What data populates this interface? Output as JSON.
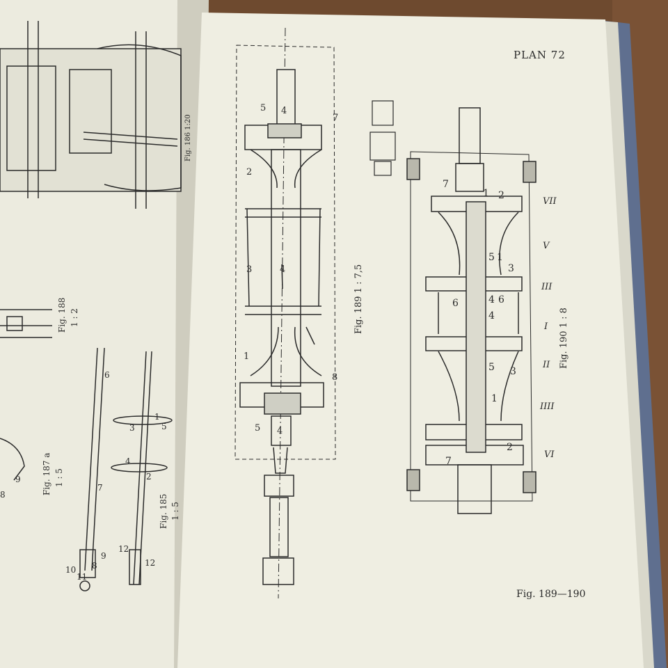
{
  "book": {
    "header": "PLAN 72",
    "caption": "Fig. 189—190"
  },
  "figures": {
    "fig186": "Fig. 186 1:20",
    "fig188": "Fig. 188",
    "fig188_scale": "1 : 2",
    "fig187a": "Fig. 187 a",
    "fig187a_scale": "1 : 5",
    "fig185": "Fig. 185",
    "fig185_scale": "1 : 5",
    "fig189": "Fig. 189  1 : 7,5",
    "fig190": "Fig. 190  1 : 8"
  },
  "callouts": {
    "fig189": [
      "5",
      "4",
      "7",
      "2",
      "3",
      "4",
      "1",
      "8",
      "5",
      "4"
    ],
    "fig190": [
      "7",
      "1",
      "2",
      "5",
      "1",
      "3",
      "6",
      "4",
      "6",
      "4",
      "5",
      "3",
      "1",
      "7",
      "2"
    ],
    "fig190_stages": [
      "VII",
      "V",
      "III",
      "I",
      "II",
      "IIII",
      "VI"
    ],
    "left_parts": [
      "6",
      "1",
      "5",
      "3",
      "4",
      "2",
      "7",
      "9",
      "8",
      "10",
      "11",
      "12",
      "12",
      "9",
      "8"
    ]
  },
  "colors": {
    "table": "#6e4a2f",
    "paper": "#efeee2",
    "ink": "#2a2a2a",
    "cover": "#5f6f8f"
  }
}
